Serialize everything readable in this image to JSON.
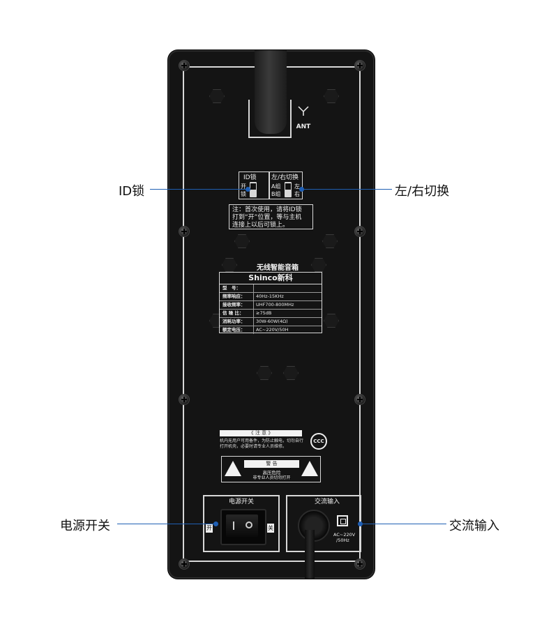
{
  "antenna": {
    "label": "ANT"
  },
  "id_lock": {
    "title": "ID锁",
    "on": "开",
    "lock": "锁"
  },
  "lr_switch": {
    "title": "左/右切换",
    "a": "A组",
    "b": "B组",
    "left": "左",
    "right": "右"
  },
  "note": {
    "lines": [
      "注：首次使用，请将ID锁",
      "打到“开”位置，等与主机",
      "连接上以后可锁上。"
    ]
  },
  "spec": {
    "title": "无线智能音箱",
    "brand": "Shinco新科",
    "rows": [
      {
        "key": "型　号：",
        "value": ""
      },
      {
        "key": "频率响应：",
        "value": "40Hz-15KHz"
      },
      {
        "key": "接收频率：",
        "value": "UHF700-800MHz"
      },
      {
        "key": "信 噪 比：",
        "value": "≥75dB"
      },
      {
        "key": "消耗功率：",
        "value": "30W-60W(4Ω)"
      },
      {
        "key": "额定电压：",
        "value": "AC~220V/50H"
      }
    ]
  },
  "cert": {
    "bar": "《 注 意 》",
    "note": "机内无用户可用备件，为防止触电，切勿自行打开机壳，必要时请专业人员维修。",
    "ccc": "CCC"
  },
  "warning": {
    "head": "警  告",
    "sub1": "高压危险",
    "sub2": "非专业人员切勿打开"
  },
  "power": {
    "title": "电源开关",
    "on": "开",
    "off": "关"
  },
  "ac": {
    "title": "交流输入",
    "spec1": "AC~220V",
    "spec2": "/50Hz"
  },
  "callouts": {
    "id_lock": "ID锁",
    "lr_switch": "左/右切换",
    "power_switch": "电源开关",
    "ac_input": "交流输入"
  },
  "colors": {
    "panel": "#141414",
    "line": "#d8d8d8",
    "callout": "#1f5fb4"
  }
}
